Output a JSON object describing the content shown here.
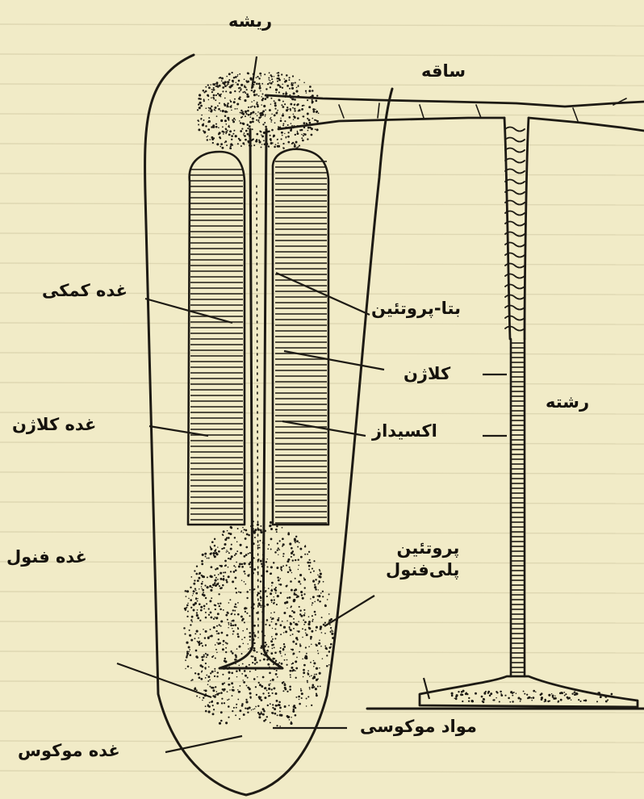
{
  "labels": {
    "root": "ریشه",
    "stem": "ساقه",
    "accessory_gland": "غده کمکی",
    "beta_protein": "بتا-پروتئین",
    "collagen": "کلاژن",
    "thread": "رشته",
    "collagen_gland": "غده کلاژن",
    "oxidase": "اکسیداز",
    "phenol_gland": "غده فنول",
    "polyphenol_protein_line1": "پروتئین",
    "polyphenol_protein_line2": "پلی‌فنول",
    "mucous_material": "مواد موکوسی",
    "mucous_gland": "غده موکوس"
  },
  "colors": {
    "paper": "#f1ebc7",
    "ink": "#1d1a14"
  }
}
